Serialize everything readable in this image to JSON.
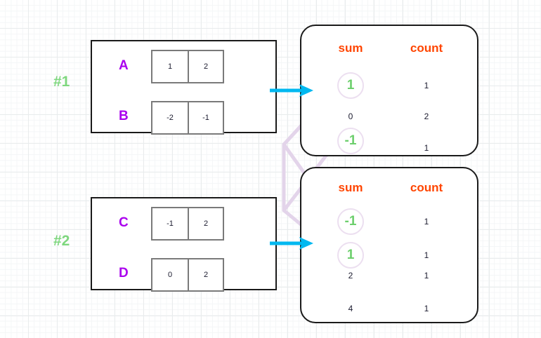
{
  "diagram": {
    "title": "sum-count aggregation grouping diagram",
    "colors": {
      "group_label": "#7ed77e",
      "row_letter": "#aa00ee",
      "column_header": "#ff4500",
      "highlight_value": "#6dcf6d",
      "arrow": "#00b8f0",
      "link_line": "#e3d4ea",
      "box_border": "#1a1a1a",
      "cell_border": "#7a7a7a"
    }
  },
  "groups": [
    {
      "label": "#1",
      "rows": [
        {
          "letter": "A",
          "cells": [
            "1",
            "2"
          ]
        },
        {
          "letter": "B",
          "cells": [
            "-2",
            "-1"
          ]
        }
      ]
    },
    {
      "label": "#2",
      "rows": [
        {
          "letter": "C",
          "cells": [
            "-1",
            "2"
          ]
        },
        {
          "letter": "D",
          "cells": [
            "0",
            "2"
          ]
        }
      ]
    }
  ],
  "panels": [
    {
      "name": "panel-1",
      "headers": {
        "sum": "sum",
        "count": "count"
      },
      "rows": [
        {
          "sum": "1",
          "count": "1",
          "highlight": true
        },
        {
          "sum": "0",
          "count": "2",
          "highlight": false
        },
        {
          "sum": "-1",
          "count": "1",
          "highlight": true
        }
      ]
    },
    {
      "name": "panel-2",
      "headers": {
        "sum": "sum",
        "count": "count"
      },
      "rows": [
        {
          "sum": "-1",
          "count": "1",
          "highlight": true
        },
        {
          "sum": "1",
          "count": "1",
          "highlight": true
        },
        {
          "sum": "2",
          "count": "1",
          "highlight": false
        },
        {
          "sum": "4",
          "count": "1",
          "highlight": false
        }
      ]
    }
  ],
  "arrows": [
    {
      "name": "arrow-group1-to-panel1",
      "from": "group-box-1",
      "to": "panel-1"
    },
    {
      "name": "arrow-group2-to-panel2",
      "from": "group-box-2",
      "to": "panel-2"
    }
  ],
  "links": [
    {
      "name": "link-sum-1",
      "from": "panel-1 sum 1",
      "to": "panel-2 sum 1"
    },
    {
      "name": "link-sum-minus1",
      "from": "panel-1 sum -1",
      "to": "panel-2 sum -1"
    }
  ]
}
